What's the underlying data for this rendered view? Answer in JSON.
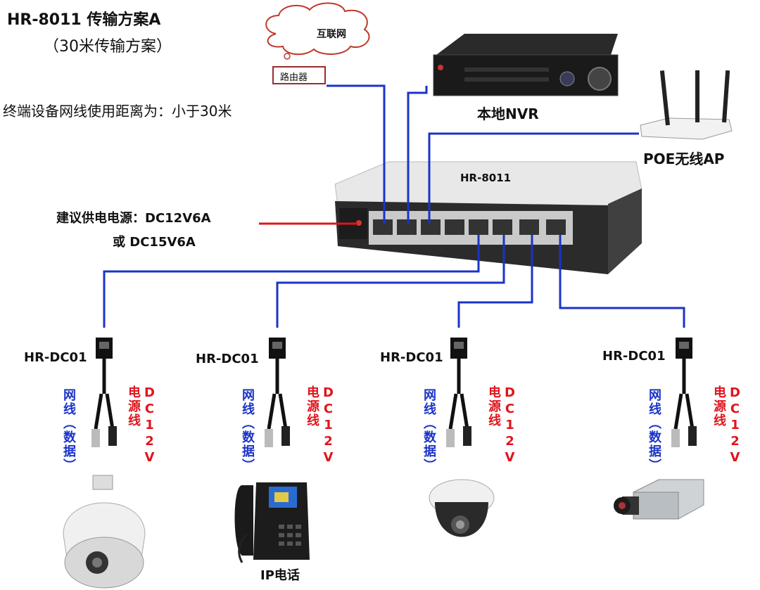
{
  "title": "HR-8011 传输方案A",
  "subtitle": "（30米传输方案）",
  "note": "终端设备网线使用距离为：小于30米",
  "internet": "互联网",
  "router": "路由器",
  "nvr": "本地NVR",
  "ap": "POE无线AP",
  "switch": "HR-8011",
  "power_line1": "建议供电电源：DC12V6A",
  "power_line2": "或 DC15V6A",
  "splitter_model": "HR-DC01",
  "data_cable": "网线（数据）",
  "power_cable": "DC12V电源线",
  "ip_phone": "IP电话",
  "colors": {
    "data_line": "#1a33c8",
    "power_line": "#e0141c"
  }
}
